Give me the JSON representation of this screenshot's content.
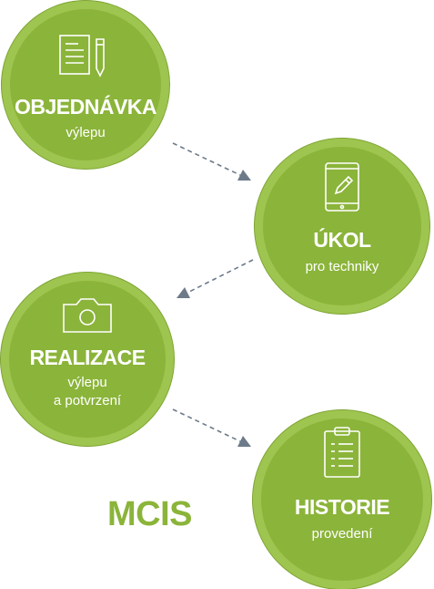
{
  "brand": "MCIS",
  "colors": {
    "node_fill": "#8bb43a",
    "node_ring": "#9ec54f",
    "arrow": "#6d7a8a",
    "brand": "#8bb43a"
  },
  "nodes": [
    {
      "title": "OBJEDNÁVKA",
      "subtitle": "výlepu",
      "icon": "document-pen-icon"
    },
    {
      "title": "ÚKOL",
      "subtitle": "pro techniky",
      "icon": "tablet-pen-icon"
    },
    {
      "title": "REALIZACE",
      "subtitle_lines": [
        "výlepu",
        "a potvrzení"
      ],
      "icon": "camera-icon"
    },
    {
      "title": "HISTORIE",
      "subtitle": "provedení",
      "icon": "clipboard-checklist-icon"
    }
  ]
}
